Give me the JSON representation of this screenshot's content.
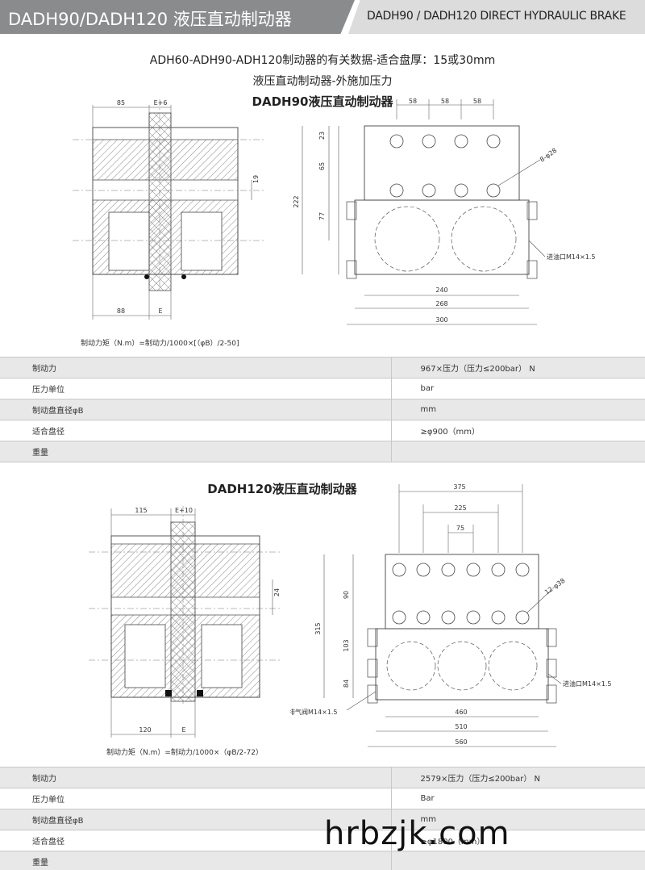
{
  "header": {
    "title_cn": "DADH90/DADH120 液压直动制动器",
    "title_en": "DADH90 / DADH120 DIRECT HYDRAULIC BRAKE"
  },
  "intro": {
    "line1": "ADH60-ADH90-ADH120制动器的有关数据-适合盘厚：15或30mm",
    "line2": "液压直动制动器-外施加压力"
  },
  "dadh90": {
    "title": "DADH90液压直动制动器",
    "side_dims": {
      "top_width": "85",
      "top_gap": "E+6",
      "slot": "19",
      "bottom_width": "88",
      "bottom_gap": "E"
    },
    "front_dims": {
      "pitch1": "58",
      "pitch2": "58",
      "pitch3": "58",
      "h1": "23",
      "h2": "65",
      "h3": "77",
      "total_h": "222",
      "holes": "8-φ28",
      "w1": "240",
      "w2": "268",
      "w3": "300",
      "port": "进油口M14×1.5"
    },
    "formula": "制动力矩（N.m）=制动力/1000×[（φB）/2-50]",
    "specs": [
      {
        "label": "制动力",
        "value": "967×压力（压力≤200bar）  N"
      },
      {
        "label": "压力单位",
        "value": "bar"
      },
      {
        "label": "制动盘直径φB",
        "value": "mm"
      },
      {
        "label": "适合盘径",
        "value": "≥φ900（mm）"
      },
      {
        "label": "重量",
        "value": ""
      }
    ]
  },
  "dadh120": {
    "title": "DADH120液压直动制动器",
    "side_dims": {
      "top_width": "115",
      "top_gap": "E+10",
      "slot": "24",
      "bottom_width": "120",
      "bottom_gap": "E"
    },
    "front_dims": {
      "span1": "375",
      "span2": "225",
      "span3": "75",
      "h1": "90",
      "h2": "103",
      "h3": "84",
      "total_h": "315",
      "holes": "12-φ38",
      "w1": "460",
      "w2": "510",
      "w3": "560",
      "port": "进油口M14×1.5",
      "vent": "排气阀M14×1.5"
    },
    "formula": "制动力矩（N.m）=制动力/1000×（φB/2-72）",
    "specs": [
      {
        "label": "制动力",
        "value": "2579×压力（压力≤200bar）  N"
      },
      {
        "label": "压力单位",
        "value": "Bar"
      },
      {
        "label": "制动盘直径φB",
        "value": "mm"
      },
      {
        "label": "适合盘径",
        "value": "≥φ1800（mm）"
      },
      {
        "label": "重量",
        "value": ""
      }
    ]
  },
  "watermark": "hrbzjk.com"
}
